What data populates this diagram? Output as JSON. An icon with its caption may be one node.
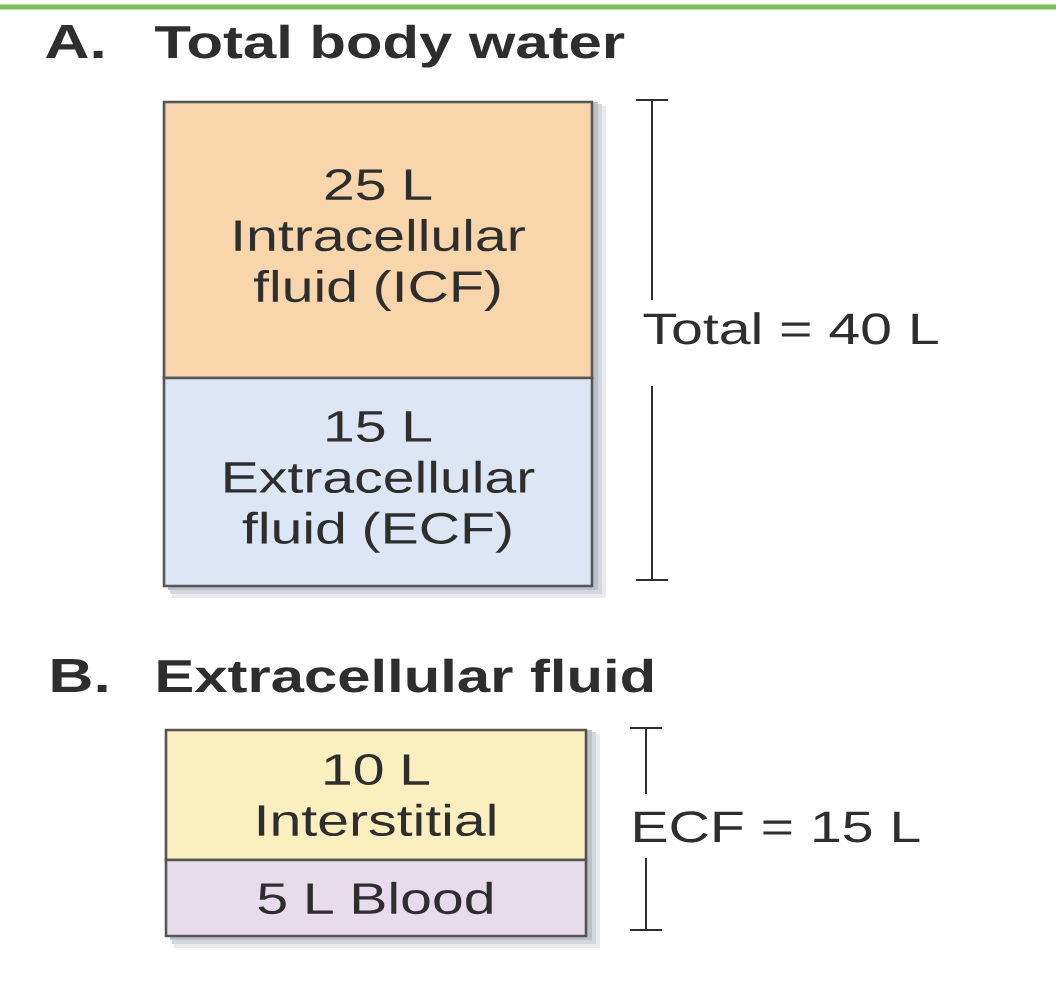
{
  "diagram": {
    "nodes": [
      {
        "text": [
          "25 L",
          "Intracellular fluid (ICF)"
        ]
      },
      {
        "text": [
          "15 L",
          "Extracellular fluid (ECF)"
        ]
      },
      {
        "text": [
          "10 L",
          "Interstitial"
        ]
      },
      {
        "text": [
          "5 L Blood"
        ]
      }
    ],
    "labels": [
      "A.",
      "Total body water",
      "Total = 40 L",
      "B.",
      "Extracellular fluid",
      "ECF = 15 L"
    ]
  }
}
